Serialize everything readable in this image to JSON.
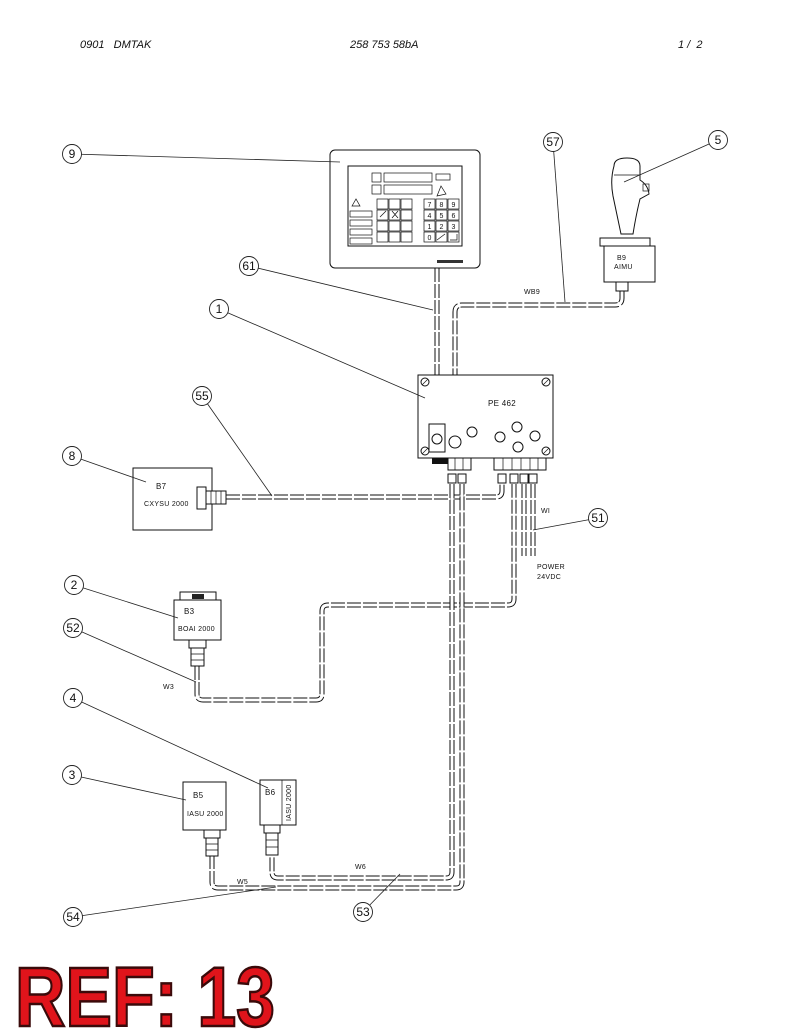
{
  "header": {
    "left": "0901   DMTAK",
    "center": "258 753 58bA",
    "right": "1 /  2"
  },
  "callouts": {
    "c9": "9",
    "c57": "57",
    "c5": "5",
    "c61": "61",
    "c1": "1",
    "c55": "55",
    "c8": "8",
    "c51": "51",
    "c2": "2",
    "c52": "52",
    "c4": "4",
    "c3": "3",
    "c54": "54",
    "c53": "53"
  },
  "components": {
    "b7": {
      "id": "B7",
      "model": "CXYSU 2000"
    },
    "b3": {
      "id": "B3",
      "model": "BOAI 2000"
    },
    "b5": {
      "id": "B5",
      "model": "IASU 2000"
    },
    "b6": {
      "id": "B6",
      "model": "IASU 2000"
    },
    "b9": {
      "id": "B9",
      "model": "AIMU"
    },
    "pe": {
      "id": "PE 462"
    }
  },
  "cables": {
    "wb9": "WB9",
    "wi": "WI",
    "w3": "W3",
    "w5": "W5",
    "w6": "W6"
  },
  "power": {
    "label": "POWER",
    "voltage": "24VDC"
  },
  "keypad": [
    "7",
    "8",
    "9",
    "4",
    "5",
    "6",
    "1",
    "2",
    "3",
    "0"
  ],
  "ref": "REF: 13",
  "colors": {
    "ref_fill": "#e0141b",
    "ink": "#111111"
  }
}
